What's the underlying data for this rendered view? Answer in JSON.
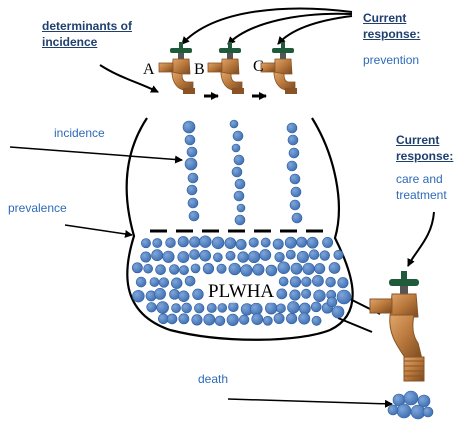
{
  "labels": {
    "determinants": "determinants of\nincidence",
    "current_prevention_title": "Current\nresponse:",
    "current_prevention_text": "prevention",
    "tap_a": "A",
    "tap_b": "B",
    "tap_c": "C",
    "incidence": "incidence",
    "prevalence": "prevalence",
    "plwha": "PLWHA",
    "current_care_title": "Current\nresponse:",
    "current_care_text": "care and\ntreatment",
    "death": "death"
  },
  "colors": {
    "drop_fill": "#4f7fc0",
    "drop_stroke": "#2f5ea0",
    "tap_brass": "#b9783c",
    "tap_brass_dark": "#8a5325",
    "handle_green": "#1f5a3a",
    "outline": "#000000"
  },
  "icons": [
    "tap-icon",
    "water-drop-icon"
  ]
}
